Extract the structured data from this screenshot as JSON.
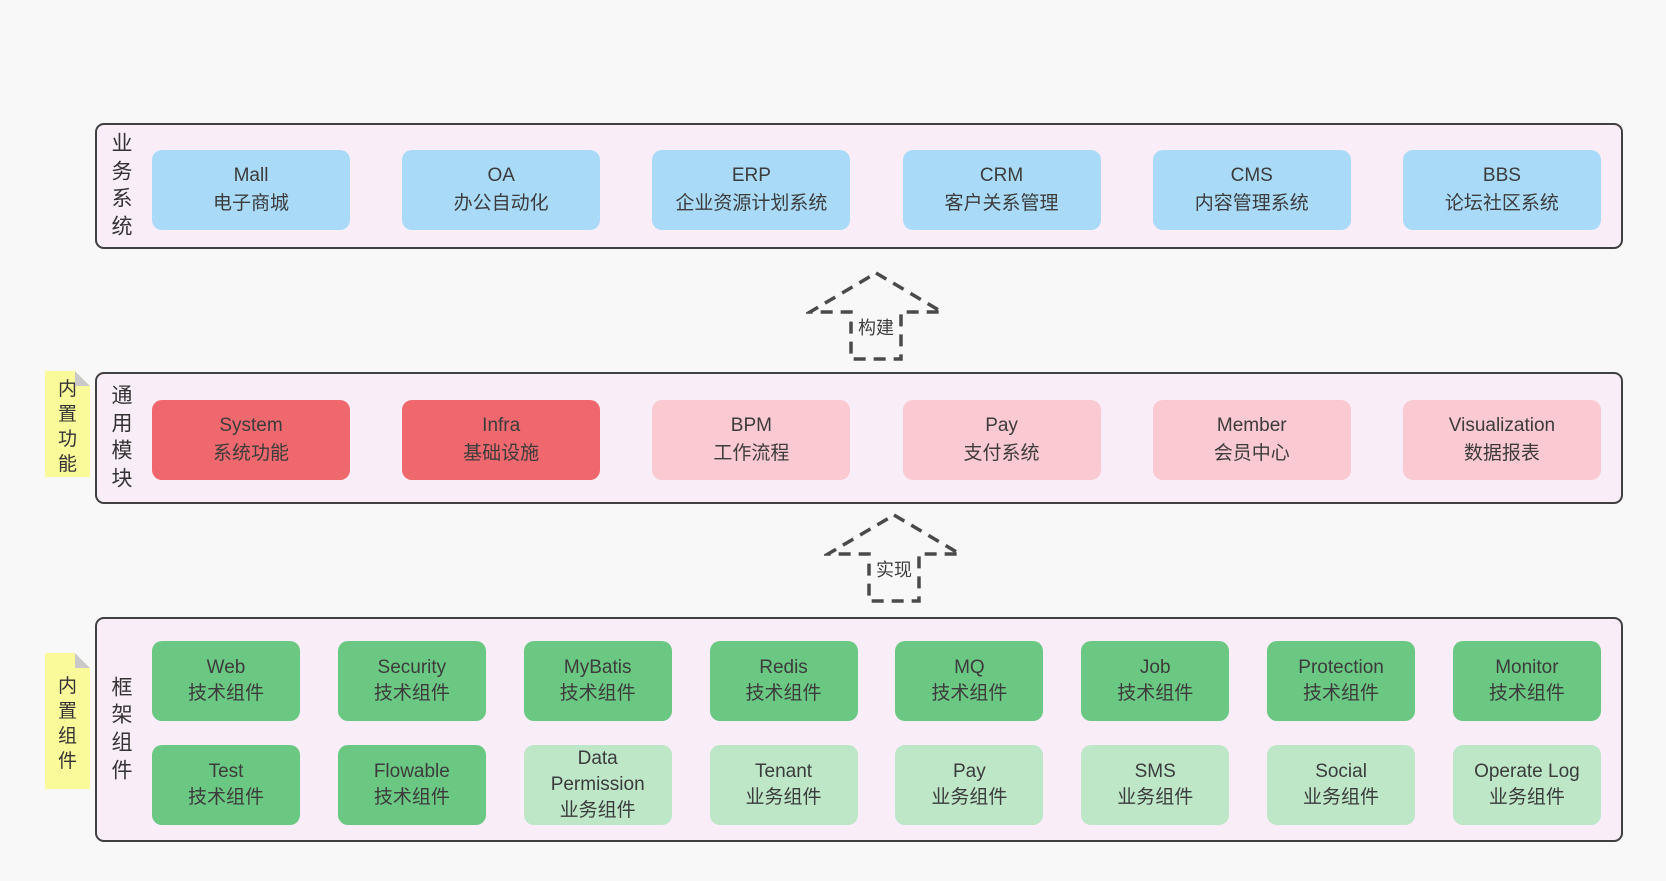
{
  "diagram": {
    "bands": {
      "business": {
        "label": "业务系统",
        "boxes": [
          {
            "name": "Mall",
            "desc": "电子商城"
          },
          {
            "name": "OA",
            "desc": "办公自动化"
          },
          {
            "name": "ERP",
            "desc": "企业资源计划系统"
          },
          {
            "name": "CRM",
            "desc": "客户关系管理"
          },
          {
            "name": "CMS",
            "desc": "内容管理系统"
          },
          {
            "name": "BBS",
            "desc": "论坛社区系统"
          }
        ]
      },
      "modules": {
        "label": "通用模块",
        "sticky": "内置功能",
        "boxes": [
          {
            "name": "System",
            "desc": "系统功能",
            "variant": "red"
          },
          {
            "name": "Infra",
            "desc": "基础设施",
            "variant": "red"
          },
          {
            "name": "BPM",
            "desc": "工作流程",
            "variant": "pink"
          },
          {
            "name": "Pay",
            "desc": "支付系统",
            "variant": "pink"
          },
          {
            "name": "Member",
            "desc": "会员中心",
            "variant": "pink"
          },
          {
            "name": "Visualization",
            "desc": "数据报表",
            "variant": "pink"
          }
        ]
      },
      "components": {
        "label": "框架组件",
        "sticky": "内置组件",
        "rows": [
          [
            {
              "name": "Web",
              "desc": "技术组件",
              "variant": "green"
            },
            {
              "name": "Security",
              "desc": "技术组件",
              "variant": "green"
            },
            {
              "name": "MyBatis",
              "desc": "技术组件",
              "variant": "green"
            },
            {
              "name": "Redis",
              "desc": "技术组件",
              "variant": "green"
            },
            {
              "name": "MQ",
              "desc": "技术组件",
              "variant": "green"
            },
            {
              "name": "Job",
              "desc": "技术组件",
              "variant": "green"
            },
            {
              "name": "Protection",
              "desc": "技术组件",
              "variant": "green"
            },
            {
              "name": "Monitor",
              "desc": "技术组件",
              "variant": "green"
            }
          ],
          [
            {
              "name": "Test",
              "desc": "技术组件",
              "variant": "green"
            },
            {
              "name": "Flowable",
              "desc": "技术组件",
              "variant": "green"
            },
            {
              "name": "Data Permission",
              "desc": "业务组件",
              "variant": "lightgreen"
            },
            {
              "name": "Tenant",
              "desc": "业务组件",
              "variant": "lightgreen"
            },
            {
              "name": "Pay",
              "desc": "业务组件",
              "variant": "lightgreen"
            },
            {
              "name": "SMS",
              "desc": "业务组件",
              "variant": "lightgreen"
            },
            {
              "name": "Social",
              "desc": "业务组件",
              "variant": "lightgreen"
            },
            {
              "name": "Operate Log",
              "desc": "业务组件",
              "variant": "lightgreen"
            }
          ]
        ]
      }
    },
    "arrows": [
      {
        "label": "构建"
      },
      {
        "label": "实现"
      }
    ],
    "colors": {
      "page_bg": "#f8f8f8",
      "band_bg": "#f9edf7",
      "band_border": "#404040",
      "blue_box": "#a9dbf8",
      "red_box": "#ef686d",
      "pink_box": "#fbc9d2",
      "green_box": "#6bc883",
      "light_green_box": "#bde7c7",
      "sticky_bg": "#fbfa9b",
      "sticky_fold": "#c9c9c9",
      "text": "#3b3b3b"
    }
  }
}
